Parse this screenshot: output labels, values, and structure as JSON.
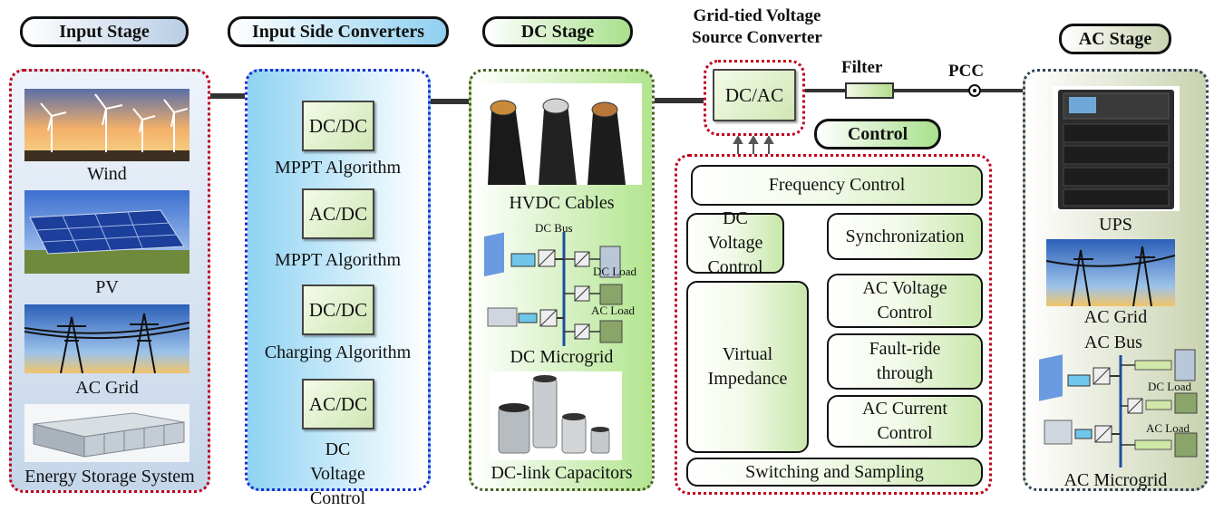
{
  "stages": {
    "input": "Input Stage",
    "converters": "Input Side Converters",
    "dc": "DC Stage",
    "gtvsc": "Grid-tied Voltage Source Converter",
    "ac": "AC Stage"
  },
  "input_stage": {
    "items": [
      "Wind",
      "PV",
      "AC Grid",
      "Energy Storage System"
    ]
  },
  "converters": {
    "items": [
      {
        "box": "DC/DC",
        "caption": "MPPT Algorithm"
      },
      {
        "box": "AC/DC",
        "caption": "MPPT Algorithm"
      },
      {
        "box": "DC/DC",
        "caption": "Charging Algorithm"
      },
      {
        "box": "AC/DC",
        "caption": "DC Voltage Control"
      }
    ]
  },
  "dc_stage": {
    "cables": "HVDC Cables",
    "bus": "DC Bus",
    "load1": "DC Load",
    "load2": "AC Load",
    "microgrid": "DC Microgrid",
    "capacitors": "DC-link Capacitors"
  },
  "gtvsc": {
    "box": "DC/AC",
    "filter": "Filter",
    "pcc": "PCC"
  },
  "control": {
    "title": "Control",
    "frequency": "Frequency Control",
    "dc_voltage": "DC Voltage Control",
    "sync": "Synchronization",
    "virtual_impedance": "Virtual Impedance",
    "ac_voltage": "AC Voltage Control",
    "fault_ride": "Fault-ride through",
    "ac_current": "AC Current Control",
    "switching": "Switching and Sampling"
  },
  "ac_stage": {
    "ups": "UPS",
    "grid": "AC Grid",
    "bus": "AC Bus",
    "load1": "DC Load",
    "load2": "AC Load",
    "microgrid": "AC Microgrid"
  },
  "colors": {
    "red_panel": "#c0001a",
    "blue_panel": "#1a2fd0",
    "green_panel": "#4a5f2a",
    "slate_panel": "#33455a"
  }
}
